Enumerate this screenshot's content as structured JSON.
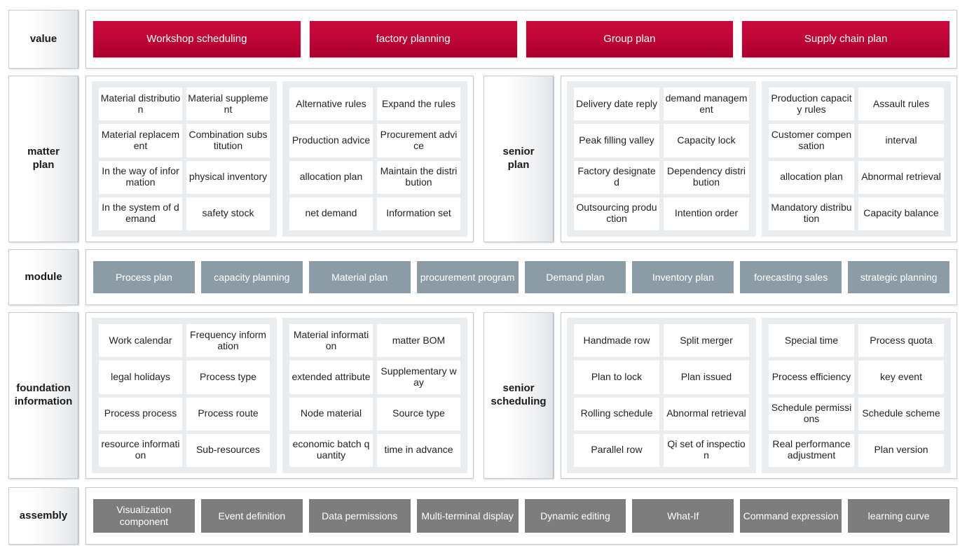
{
  "rows": {
    "value": {
      "label": "value",
      "items": [
        "Workshop scheduling",
        "factory planning",
        "Group plan",
        "Supply chain plan"
      ]
    },
    "matter_plan": {
      "label": "matter\nplan",
      "label_line1": "matter",
      "label_line2": "plan",
      "groups": [
        {
          "cells": [
            "Material distribution",
            "Material supplement",
            "Material replacement",
            "Combination substitution",
            "In the way of information",
            "physical inventory",
            "In the system of demand",
            "safety stock"
          ]
        },
        {
          "cells": [
            "Alternative rules",
            "Expand the rules",
            "Production advice",
            "Procurement advice",
            "allocation plan",
            "Maintain the distribution",
            "net demand",
            "Information set"
          ]
        }
      ]
    },
    "senior_plan": {
      "label_line1": "senior",
      "label_line2": "plan",
      "groups": [
        {
          "cells": [
            "Delivery date reply",
            "demand management",
            "Peak filling valley",
            "Capacity lock",
            "Factory designated",
            "Dependency distribution",
            "Outsourcing production",
            "Intention order"
          ]
        },
        {
          "cells": [
            "Production capacity rules",
            "Assault rules",
            "Customer compensation",
            "interval",
            "allocation plan",
            "Abnormal retrieval",
            "Mandatory distribution",
            "Capacity balance"
          ]
        }
      ]
    },
    "module": {
      "label": "module",
      "items": [
        "Process plan",
        "capacity planning",
        "Material plan",
        "procurement program",
        "Demand plan",
        "Inventory plan",
        "forecasting sales",
        "strategic planning"
      ]
    },
    "foundation_information": {
      "label_line1": "foundation",
      "label_line2": "information",
      "groups": [
        {
          "cells": [
            "Work calendar",
            "Frequency information",
            "legal holidays",
            "Process type",
            "Process process",
            "Process route",
            "resource information",
            "Sub-resources"
          ]
        },
        {
          "cells": [
            "Material information",
            "matter BOM",
            "extended attribute",
            "Supplementary way",
            "Node material",
            "Source type",
            "economic batch quantity",
            "time in advance"
          ]
        }
      ]
    },
    "senior_scheduling": {
      "label_line1": "senior",
      "label_line2": "scheduling",
      "groups": [
        {
          "cells": [
            "Handmade row",
            "Split merger",
            "Plan to lock",
            "Plan issued",
            "Rolling schedule",
            "Abnormal retrieval",
            "Parallel row",
            "Qi set of inspection"
          ]
        },
        {
          "cells": [
            "Special time",
            "Process quota",
            "Process efficiency",
            "key event",
            "Schedule permissions",
            "Schedule scheme",
            "Real performance adjustment",
            "Plan version"
          ]
        }
      ]
    },
    "assembly": {
      "label": "assembly",
      "items": [
        "Visualization component",
        "Event definition",
        "Data permissions",
        "Multi-terminal display",
        "Dynamic editing",
        "What-If",
        "Command expression",
        "learning curve"
      ]
    }
  },
  "colors": {
    "value_red": "#bf0738",
    "module_blue_gray": "#8c9ca6",
    "assembly_gray": "#7d7d7d",
    "group_bg": "#e9edf0",
    "cell_bg": "#ffffff",
    "panel_border": "#c2cad0"
  }
}
